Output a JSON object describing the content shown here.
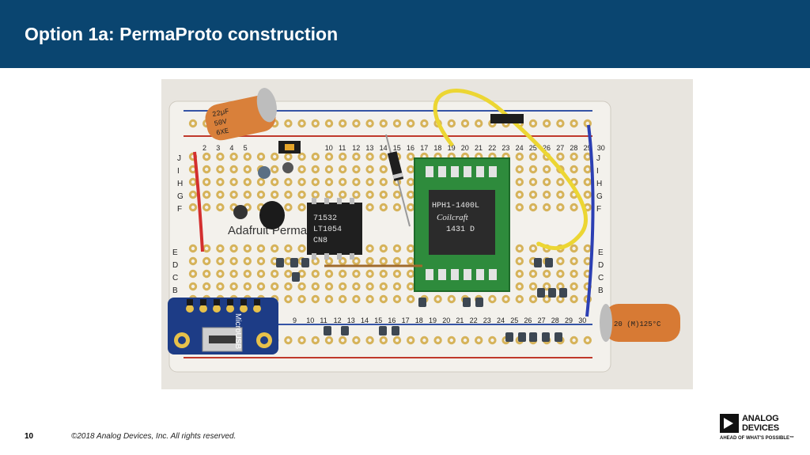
{
  "header": {
    "title": "Option 1a: PermaProto construction",
    "background_color": "#0a4570"
  },
  "photo": {
    "board_top_numbers": [
      "2",
      "3",
      "4",
      "5",
      "",
      "",
      "",
      "",
      "",
      "10",
      "11",
      "12",
      "13",
      "14",
      "15",
      "16",
      "17",
      "18",
      "19",
      "20",
      "21",
      "22",
      "23",
      "24",
      "25",
      "26",
      "27",
      "28",
      "29",
      "30"
    ],
    "board_bottom_numbers": [
      "9",
      "10",
      "11",
      "12",
      "13",
      "14",
      "15",
      "16",
      "17",
      "18",
      "19",
      "20",
      "21",
      "22",
      "23",
      "24",
      "25",
      "26",
      "27",
      "28",
      "29",
      "30"
    ],
    "row_letters_top": [
      "J",
      "I",
      "H",
      "G",
      "F"
    ],
    "row_letters_bottom": [
      "E",
      "D",
      "C",
      "B"
    ],
    "board_brand": "Adafruit Perma-Proto 1/2",
    "cap_left_label": [
      "22µF",
      "50V",
      "6XE"
    ],
    "ic_label": [
      "71532",
      "LT1054",
      "CN8"
    ],
    "transformer_label": [
      "HPH1-1400L",
      "Coilcraft",
      "1431 D"
    ],
    "usb_label": "MicroUSB",
    "cap_right_label": "20 (M)125°C"
  },
  "footer": {
    "page_number": "10",
    "copyright": "©2018 Analog Devices, Inc. All rights reserved."
  },
  "logo": {
    "line1": "ANALOG",
    "line2": "DEVICES",
    "tagline": "AHEAD OF WHAT'S POSSIBLE™"
  }
}
